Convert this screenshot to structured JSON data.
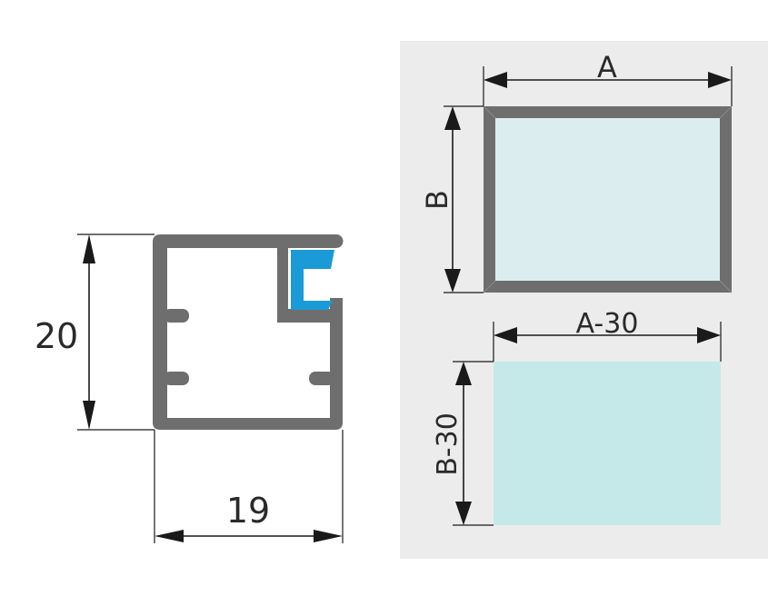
{
  "profile": {
    "height_label": "20",
    "width_label": "19"
  },
  "frame_view": {
    "width_label": "A",
    "height_label": "B"
  },
  "glass_view": {
    "width_label": "A-30",
    "height_label": "B-30"
  },
  "colors": {
    "profile": "#6e6e6e",
    "gasket": "#1a9ad6",
    "panel_bg": "#ececec",
    "frame_glass": "#dcedef",
    "glass": "#c4e9e8"
  }
}
